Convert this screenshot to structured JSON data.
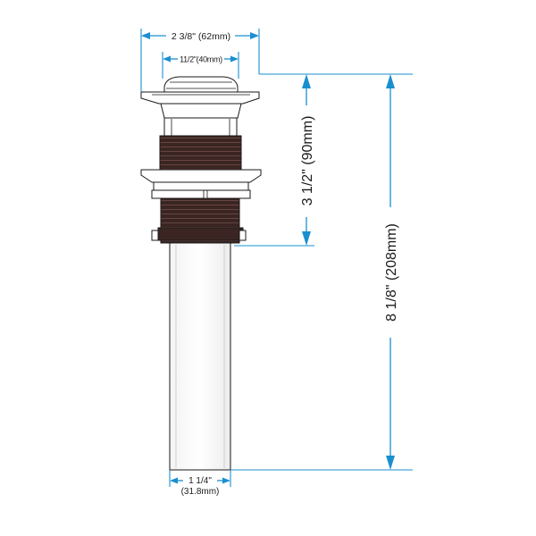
{
  "dimensions": {
    "top_width": "2 3/8\" (62mm)",
    "cap_width": "11/2\"(40mm)",
    "body_height": "3 1/2\" (90mm)",
    "total_height": "8 1/8\" (208mm)",
    "pipe_width_in": "1 1/4\"",
    "pipe_width_mm": "(31.8mm)"
  },
  "colors": {
    "dimension_line": "#1a8fd0",
    "thread_fill": "#3a2320",
    "outline": "#1a1a1a"
  }
}
